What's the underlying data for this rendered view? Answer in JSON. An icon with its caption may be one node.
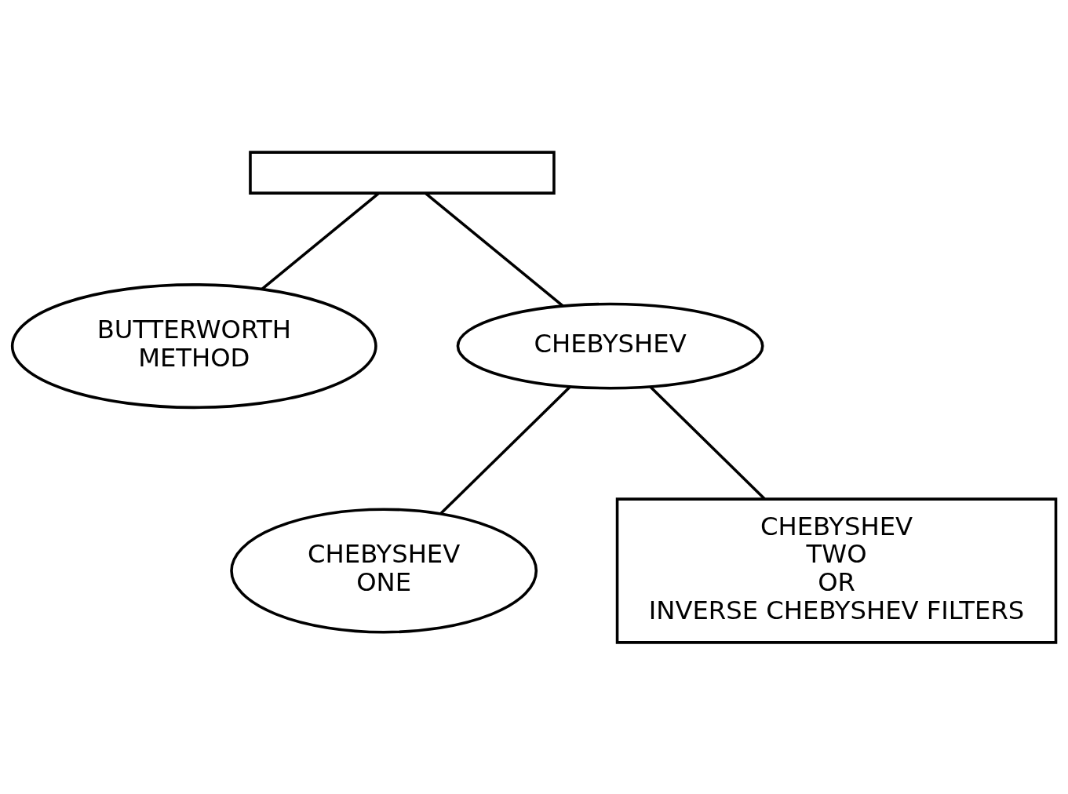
{
  "diagram": {
    "nodes": [
      {
        "text": [],
        "shape": "box"
      },
      {
        "text": [
          "BUTTERWORTH",
          "METHOD"
        ]
      },
      {
        "text": [
          "CHEBYSHEV"
        ]
      },
      {
        "text": [
          "CHEBYSHEV",
          "ONE"
        ]
      },
      {
        "text": [
          "CHEBYSHEV",
          "TWO",
          "OR",
          "INVERSE CHEBYSHEV FILTERS"
        ]
      }
    ],
    "edges": [
      {
        "from": 0,
        "to": 1,
        "arrow": "none"
      },
      {
        "from": 0,
        "to": 2,
        "arrow": "none"
      },
      {
        "from": 2,
        "to": 3,
        "arrow": "none"
      },
      {
        "from": 2,
        "to": 4,
        "arrow": "none"
      }
    ]
  }
}
